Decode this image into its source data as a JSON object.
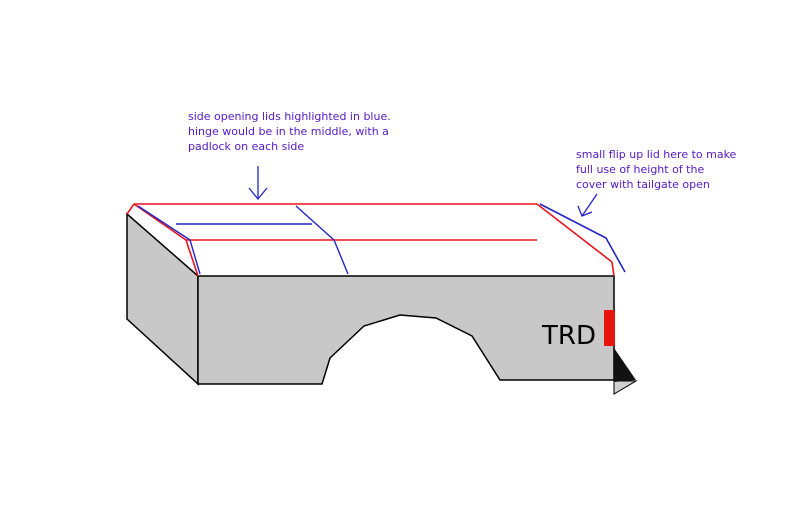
{
  "annotations": {
    "side_lids": [
      "side opening lids highlighted in blue.",
      "hinge would be in the middle, with a",
      "padlock on each side"
    ],
    "flip_lid": [
      "small flip up lid here to make",
      "full use of height of the",
      "cover with tailgate open"
    ]
  },
  "badge": {
    "text": "TRD"
  },
  "colors": {
    "background": "#ffffff",
    "body_fill": "#c8c8c8",
    "outline": "#000000",
    "cover_outline": "#e8141e",
    "lid_lines": "#2424c8",
    "annotation_text": "#5518c8",
    "taillight": "#e81410",
    "tire": "#111111",
    "bumper": "#d0d0d0"
  }
}
